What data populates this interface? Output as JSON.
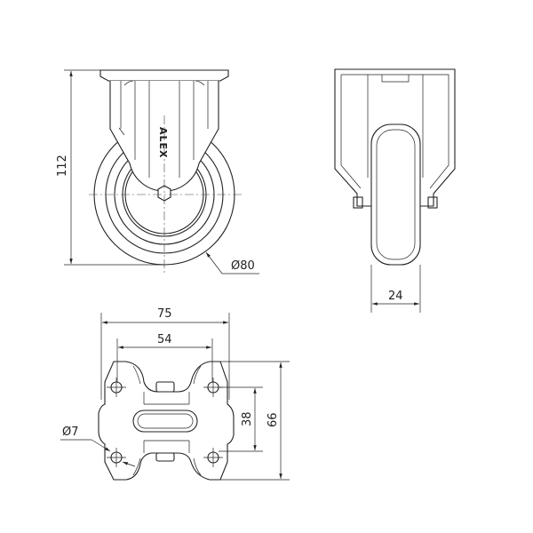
{
  "title": "Fixed castor technical drawing",
  "logo_text": "ALEX",
  "dimensions": {
    "height": "112",
    "wheel_diameter": "Ø80",
    "wheel_width": "24",
    "plate_width": "75",
    "hole_spacing_x": "54",
    "hole_spacing_y": "38",
    "plate_length": "66",
    "hole_diameter": "Ø7"
  },
  "colors": {
    "line": "#222222",
    "background": "#ffffff"
  }
}
